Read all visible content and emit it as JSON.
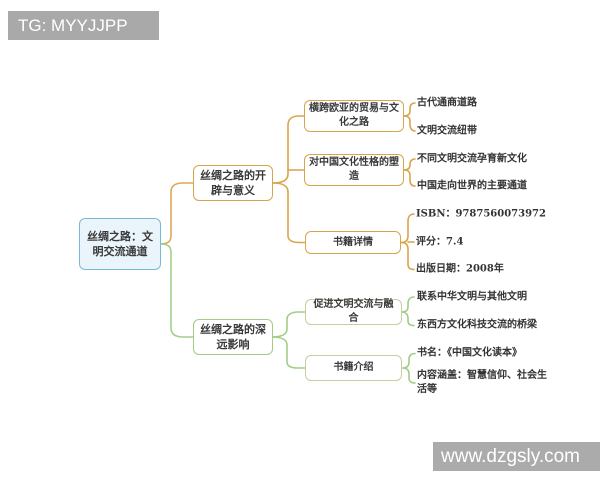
{
  "badge": {
    "text": "TG: MYYJJPP"
  },
  "watermark": {
    "text": "www.dzgsly.com"
  },
  "colors": {
    "root_border": "#76bbdc",
    "root_fill": "#eaf5fb",
    "branch1_accent": "#d8a44c",
    "branch2_accent": "#a2cd87",
    "branch2_child_border": "#c3cf9d",
    "badge_bg": "#a9a9a9",
    "text": "#3a3a3a"
  },
  "mindmap": {
    "root": {
      "label": "丝绸之路：文明交流通道"
    },
    "branches": [
      {
        "label": "丝绸之路的开辟与意义",
        "children": [
          {
            "label": "横跨欧亚的贸易与文化之路",
            "leaves": [
              "古代通商道路",
              "文明交流纽带"
            ]
          },
          {
            "label": "对中国文化性格的塑造",
            "leaves": [
              "不同文明交流孕育新文化",
              "中国走向世界的主要通道"
            ]
          },
          {
            "label": "书籍详情",
            "leaves": [
              "ISBN：9787560073972",
              "评分：7.4",
              "出版日期：2008年"
            ]
          }
        ]
      },
      {
        "label": "丝绸之路的深远影响",
        "children": [
          {
            "label": "促进文明交流与融合",
            "leaves": [
              "联系中华文明与其他文明",
              "东西方文化科技交流的桥梁"
            ]
          },
          {
            "label": "书籍介绍",
            "leaves": [
              "书名：《中国文化读本》",
              "内容涵盖：智慧信仰、社会生活等"
            ]
          }
        ]
      }
    ]
  }
}
